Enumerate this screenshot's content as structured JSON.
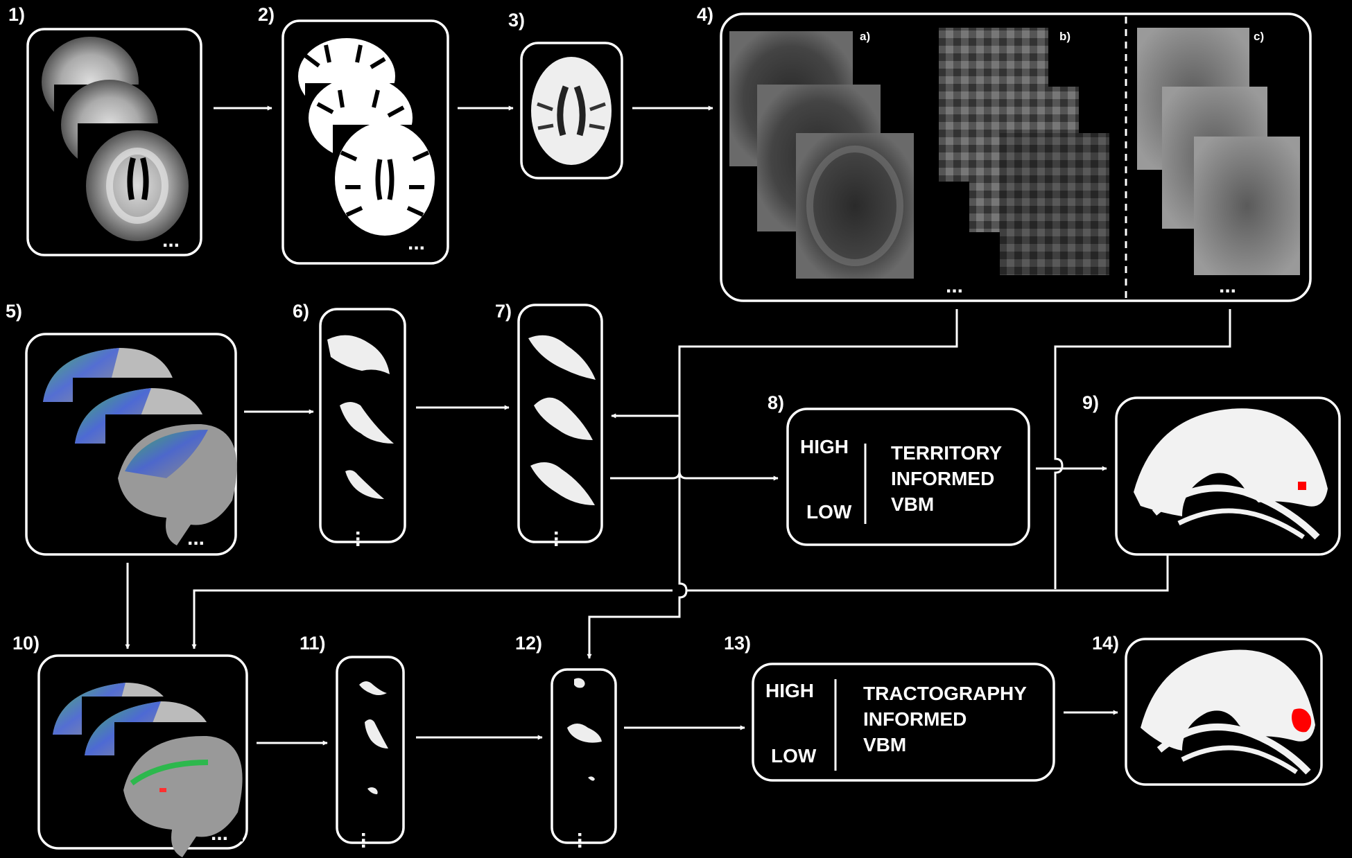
{
  "steps": {
    "s1": "1)",
    "s2": "2)",
    "s3": "3)",
    "s4": "4)",
    "s5": "5)",
    "s6": "6)",
    "s7": "7)",
    "s8": "8)",
    "s9": "9)",
    "s10": "10)",
    "s11": "11)",
    "s12": "12)",
    "s13": "13)",
    "s14": "14)"
  },
  "sub_panels": {
    "a": "a)",
    "b": "b)",
    "c": "c)"
  },
  "ellipsis": "...",
  "box8": {
    "high": "HIGH",
    "low": "LOW",
    "line1": "TERRITORY",
    "line2": "INFORMED",
    "line3": "VBM"
  },
  "box13": {
    "high": "HIGH",
    "low": "LOW",
    "line1": "TRACTOGRAPHY",
    "line2": "INFORMED",
    "line3": "VBM"
  },
  "colors": {
    "background": "#000000",
    "stroke": "#ffffff",
    "highlight": "#ff0000"
  }
}
